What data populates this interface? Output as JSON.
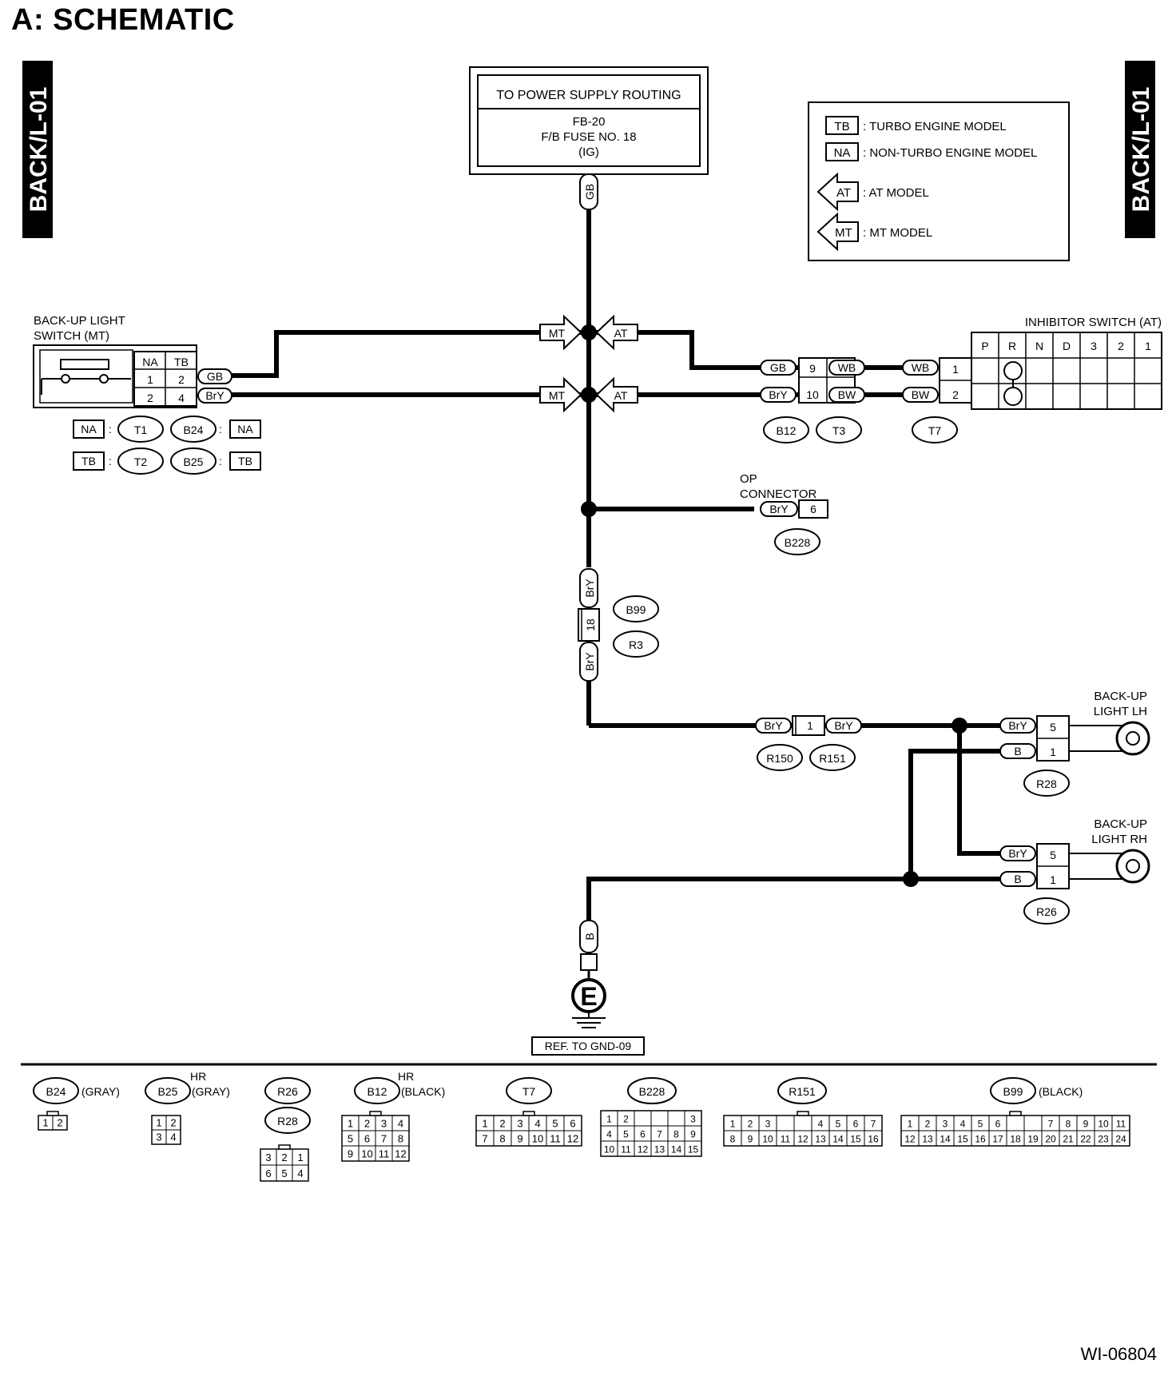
{
  "page": {
    "title": "A:  SCHEMATIC",
    "figure_id": "WI-06804",
    "side_label": "BACK/L-01"
  },
  "power": {
    "line1": "TO POWER SUPPLY ROUTING",
    "line2": "FB-20",
    "line3": "F/B FUSE NO. 18",
    "line4": "(IG)",
    "wire": "GB"
  },
  "legend": {
    "tb_code": "TB",
    "tb_text": ": TURBO ENGINE MODEL",
    "na_code": "NA",
    "na_text": ": NON-TURBO ENGINE MODEL",
    "at_code": "AT",
    "at_text": ": AT MODEL",
    "mt_code": "MT",
    "mt_text": ": MT MODEL"
  },
  "backup_switch": {
    "title1": "BACK-UP LIGHT",
    "title2": "SWITCH (MT)",
    "col_na": "NA",
    "col_tb": "TB",
    "r1_na": "1",
    "r1_tb": "2",
    "r2_na": "2",
    "r2_tb": "4",
    "wire1": "GB",
    "wire2": "BrY",
    "na_tag": "NA",
    "t1": "T1",
    "b24": "B24",
    "na_tag2": "NA",
    "tb_tag": "TB",
    "t2": "T2",
    "b25": "B25",
    "tb_tag2": "TB",
    "colon": ":"
  },
  "junction": {
    "mt": "MT",
    "at": "AT"
  },
  "inhibitor": {
    "title": "INHIBITOR SWITCH (AT)",
    "positions": [
      "P",
      "R",
      "N",
      "D",
      "3",
      "2",
      "1"
    ],
    "pin1": "1",
    "pin2": "2",
    "b12": "B12",
    "t3": "T3",
    "t7": "T7",
    "w_gb": "GB",
    "p9": "9",
    "w_wb": "WB",
    "w_wb2": "WB",
    "w_bry": "BrY",
    "p10": "10",
    "w_bw": "BW",
    "w_bw2": "BW"
  },
  "op_connector": {
    "label1": "OP",
    "label2": "CONNECTOR",
    "wire": "BrY",
    "pin": "6",
    "conn": "B228"
  },
  "b99": {
    "wire_top": "BrY",
    "pin": "18",
    "wire_bot": "BrY",
    "conn1": "B99",
    "conn2": "R3"
  },
  "r150": {
    "wire1": "BrY",
    "pin": "1",
    "wire2": "BrY",
    "conn1": "R150",
    "conn2": "R151"
  },
  "lights": {
    "lh1": "BACK-UP",
    "lh2": "LIGHT LH",
    "rh1": "BACK-UP",
    "rh2": "LIGHT RH",
    "lh_w1": "BrY",
    "lh_p1": "5",
    "lh_w2": "B",
    "lh_p2": "1",
    "lh_conn": "R28",
    "rh_w1": "BrY",
    "rh_p1": "5",
    "rh_w2": "B",
    "rh_p2": "1",
    "rh_conn": "R26"
  },
  "ground": {
    "wire": "B",
    "symbol": "E",
    "ref": "REF. TO GND-09"
  },
  "connectors": {
    "b24": "B24",
    "b24_color": "(GRAY)",
    "b25": "B25",
    "b25_hr": "HR",
    "b25_color": "(GRAY)",
    "r26": "R26",
    "r28": "R28",
    "b12": "B12",
    "b12_hr": "HR",
    "b12_color": "(BLACK)",
    "t7": "T7",
    "b228": "B228",
    "r151": "R151",
    "b99": "B99",
    "b99_color": "(BLACK)"
  }
}
